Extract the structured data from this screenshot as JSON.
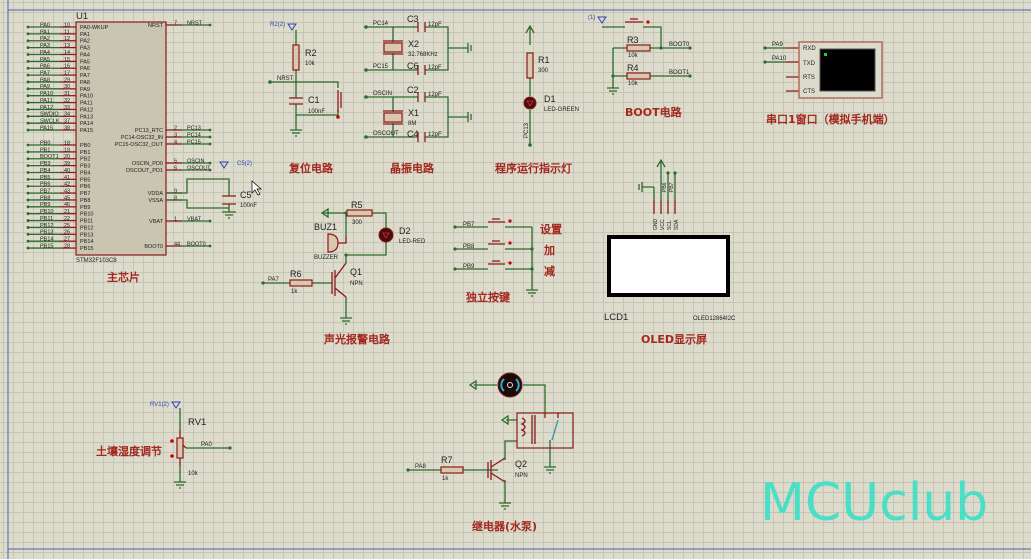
{
  "watermark": "MCUclub",
  "colors": {
    "wire": "#2d6a2d",
    "component": "#8b1a1a",
    "caption": "#a3281e",
    "watermark": "#3fe0c8",
    "probe": "#3346b0"
  },
  "mcu": {
    "ref": "U1",
    "part": "STM32F103C8",
    "caption": "主芯片",
    "left_pins": [
      [
        "PA0",
        "10",
        "PA0-WKUP"
      ],
      [
        "PA1",
        "11",
        "PA1"
      ],
      [
        "PA2",
        "12",
        "PA2"
      ],
      [
        "PA3",
        "13",
        "PA3"
      ],
      [
        "PA4",
        "14",
        "PA4"
      ],
      [
        "PA5",
        "15",
        "PA5"
      ],
      [
        "PA6",
        "16",
        "PA6"
      ],
      [
        "PA7",
        "17",
        "PA7"
      ],
      [
        "PA8",
        "29",
        "PA8"
      ],
      [
        "PA9",
        "30",
        "PA9"
      ],
      [
        "PA10",
        "31",
        "PA10"
      ],
      [
        "PA11",
        "32",
        "PA11"
      ],
      [
        "PA12",
        "33",
        "PA12"
      ],
      [
        "SWDIO",
        "34",
        "PA13"
      ],
      [
        "SWCLK",
        "37",
        "PA14"
      ],
      [
        "PA15",
        "38",
        "PA15"
      ],
      [
        "PB0",
        "18",
        "PB0"
      ],
      [
        "PB1",
        "19",
        "PB1"
      ],
      [
        "BOOT1",
        "20",
        "PB2"
      ],
      [
        "PB3",
        "39",
        "PB3"
      ],
      [
        "PB4",
        "40",
        "PB4"
      ],
      [
        "PB5",
        "41",
        "PB5"
      ],
      [
        "PB6",
        "42",
        "PB6"
      ],
      [
        "PB7",
        "43",
        "PB7"
      ],
      [
        "PB8",
        "45",
        "PB8"
      ],
      [
        "PB9",
        "46",
        "PB9"
      ],
      [
        "PB10",
        "21",
        "PB10"
      ],
      [
        "PB11",
        "22",
        "PB11"
      ],
      [
        "PB12",
        "25",
        "PB12"
      ],
      [
        "PB13",
        "26",
        "PB13"
      ],
      [
        "PB14",
        "27",
        "PB14"
      ],
      [
        "PB15",
        "28",
        "PB15"
      ]
    ],
    "right_pins": [
      [
        "NRST",
        "7",
        "NRST"
      ],
      [
        "PC13",
        "2",
        "PC13_RTC"
      ],
      [
        "PC14",
        "3",
        "PC14-OSC32_IN"
      ],
      [
        "PC15",
        "4",
        "PC15-OSC32_OUT"
      ],
      [
        "OSCIN",
        "5",
        "OSCIN_PD0"
      ],
      [
        "OSCOUT",
        "6",
        "OSCOUT_PD1"
      ],
      [
        "",
        "9",
        "VDDA"
      ],
      [
        "",
        "8",
        "VSSA"
      ],
      [
        "VBAT",
        "1",
        "VBAT"
      ],
      [
        "BOOT0",
        "44",
        "BOOT0"
      ]
    ],
    "c5": {
      "ref": "C5",
      "value": "100nF",
      "probe": "C5(2)"
    }
  },
  "reset": {
    "probe": "R2(2)",
    "r_ref": "R2",
    "r_value": "10k",
    "net": "NRST",
    "c_ref": "C1",
    "c_value": "100nF",
    "caption": "复位电路"
  },
  "crystal": {
    "nets": [
      "PC14",
      "PC15",
      "OSCIN",
      "OSCOUT"
    ],
    "c3": "C3",
    "c6": "C6",
    "c2": "C2",
    "c4": "C4",
    "cap_value": "12pF",
    "x2": "X2",
    "x2_value": "32.768KHz",
    "x1": "X1",
    "x1_value": "8M",
    "caption": "晶振电路"
  },
  "indicator": {
    "r_ref": "R1",
    "r_value": "300",
    "d_ref": "D1",
    "d_value": "LED-GREEN",
    "net": "PC13",
    "caption": "程序运行指示灯"
  },
  "boot": {
    "probe": "(1)",
    "r3": "R3",
    "r4": "R4",
    "r_value": "10k",
    "net0": "BOOT0",
    "net1": "BOOT1",
    "caption": "BOOT电路"
  },
  "serial": {
    "nets": [
      "PA9",
      "PA10"
    ],
    "pins": [
      "RXD",
      "TXD",
      "RTS",
      "CTS"
    ],
    "caption": "串口1窗口（模拟手机端）"
  },
  "oled": {
    "pins": [
      "GND",
      "VCC",
      "SCL",
      "SDA"
    ],
    "nets": [
      "PB6",
      "PB7"
    ],
    "ref": "LCD1",
    "part": "OLED12864I2C",
    "caption": "OLED显示屏"
  },
  "alarm": {
    "r5": "R5",
    "r5_value": "300",
    "d_ref": "D2",
    "d_value": "LED-RED",
    "buz_ref": "BUZ1",
    "buz_value": "BUZZER",
    "q_ref": "Q1",
    "q_value": "NPN",
    "net": "PA7",
    "r6": "R6",
    "r6_value": "1k",
    "caption": "声光报警电路"
  },
  "keys": {
    "nets": [
      "PB7",
      "PB8",
      "PB9"
    ],
    "labels": [
      "设置",
      "加",
      "减"
    ],
    "caption": "独立按键"
  },
  "soil": {
    "probe": "RV1(2)",
    "ref": "RV1",
    "value": "10k",
    "net": "PA0",
    "caption": "土壤湿度调节"
  },
  "relay": {
    "net": "PA8",
    "r_ref": "R7",
    "r_value": "1k",
    "q_ref": "Q2",
    "q_value": "NPN",
    "caption": "继电器(水泵)"
  }
}
